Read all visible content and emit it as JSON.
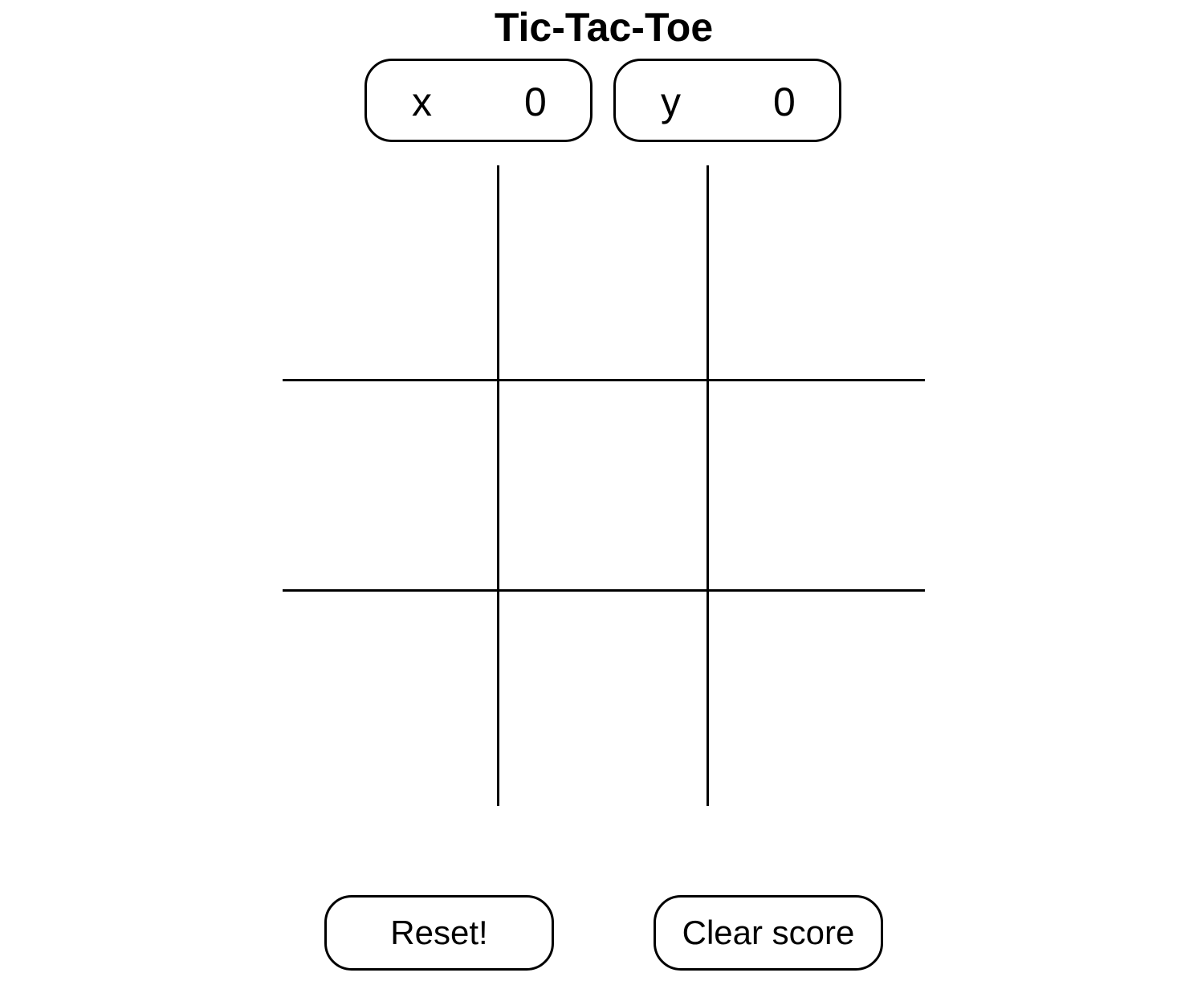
{
  "title": "Tic-Tac-Toe",
  "scoreboard": {
    "players": [
      {
        "name": "x",
        "score": "0"
      },
      {
        "name": "y",
        "score": "0"
      }
    ]
  },
  "board": {
    "cells": [
      "",
      "",
      "",
      "",
      "",
      "",
      "",
      "",
      ""
    ]
  },
  "buttons": {
    "reset_label": "Reset!",
    "clear_label": "Clear score"
  }
}
